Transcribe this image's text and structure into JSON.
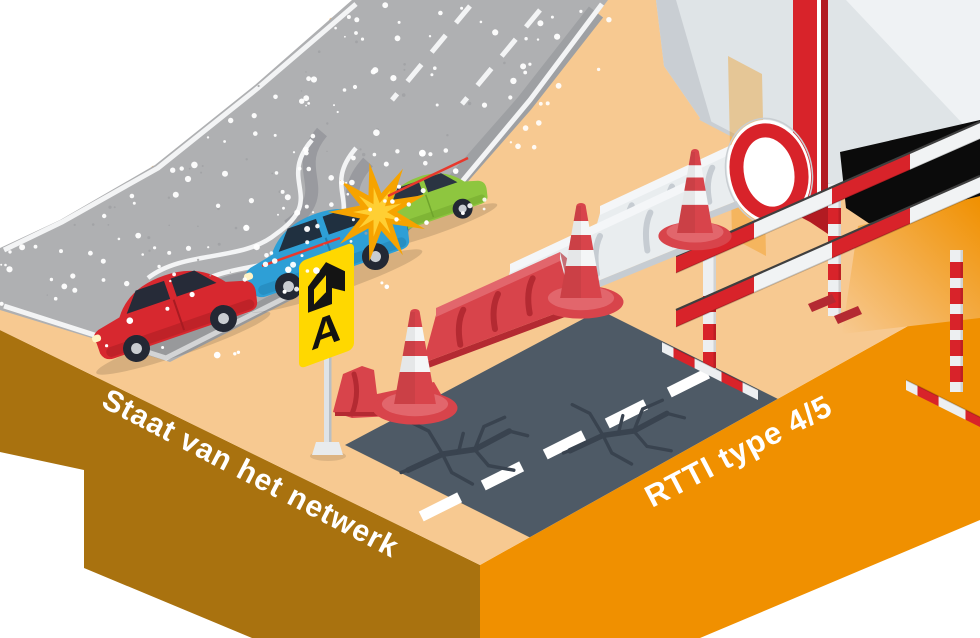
{
  "labels": {
    "left_face": "Staat van het netwerk",
    "right_face": "RTTI type 4/5",
    "detour_letter": "A"
  },
  "palette": {
    "top": "#F7C991",
    "left_face": "#A9720F",
    "right_face": "#F09000",
    "road": "#AFB0B2",
    "road_shoulder": "#9EA0A3",
    "road_line": "#F3F4F5",
    "skid": "#93959A",
    "dark_road": "#4E5A66",
    "crack": "#39434F",
    "white_barrier": "#E9EDEF",
    "white_barrier_dark": "#C6CCD2",
    "white_barrier_light": "#F4F6F8",
    "red": "#D8232A",
    "red_dark": "#B21B22",
    "red_barrier": "#D8444B",
    "red_barrier_dark": "#B42A32",
    "red_barrier_light": "#E2666C",
    "black_shadow": "#0B0B0B",
    "wall": "#DFE4E7",
    "wall_light": "#EFF2F4",
    "wall_edge": "#C9CED3",
    "sign_yellow": "#FFD800",
    "car_red": "#D7282F",
    "car_blue": "#2E9FD6",
    "car_green": "#8EC63F",
    "burst_orange": "#F6A300",
    "burst_yellow": "#FFCF33",
    "snow": "#FFFFFF"
  }
}
